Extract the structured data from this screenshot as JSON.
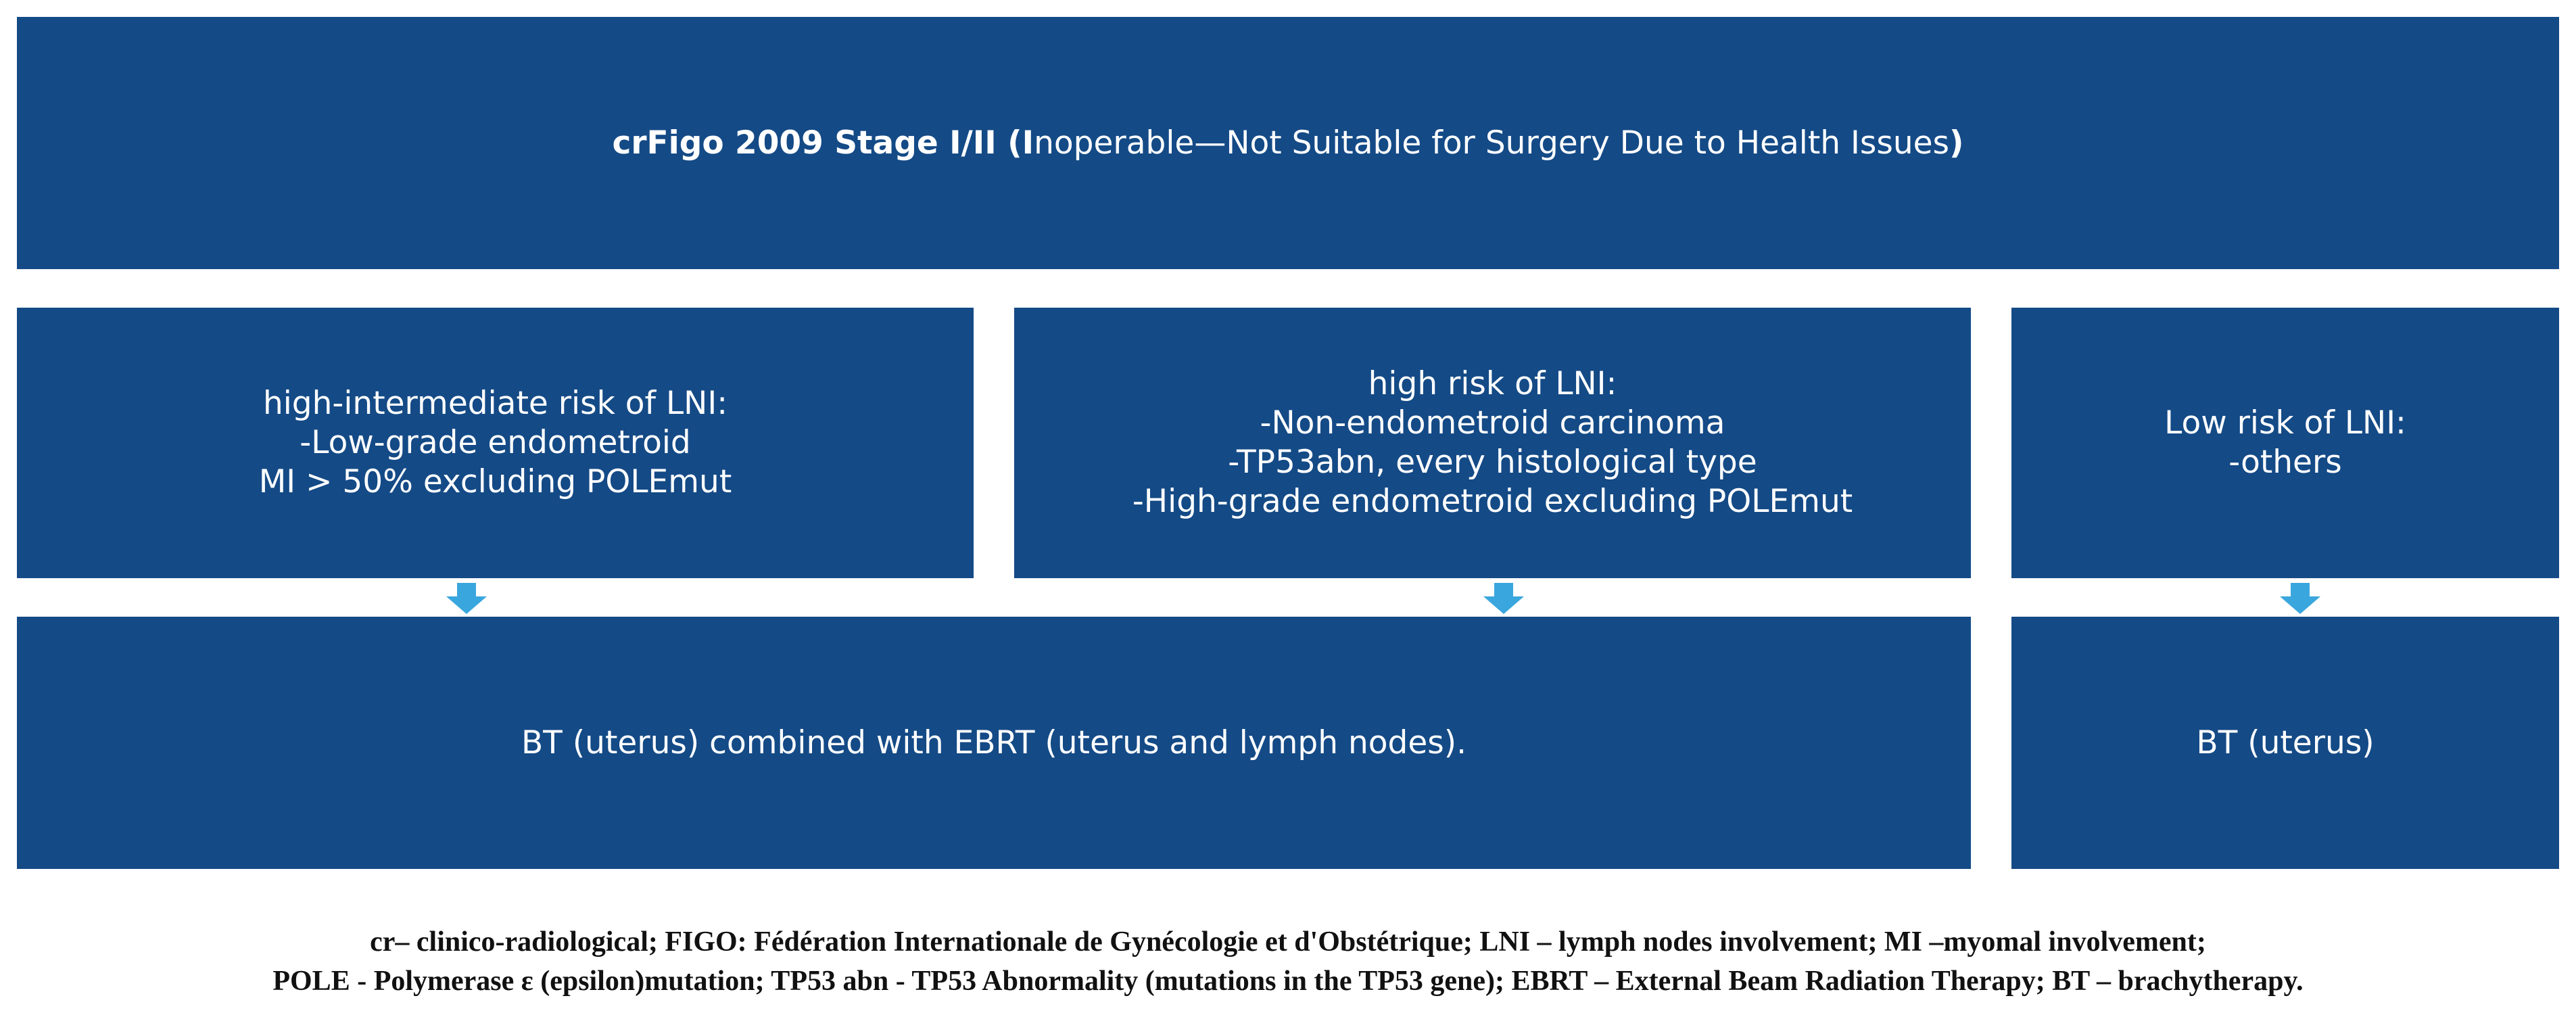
{
  "colors": {
    "box_fill": "#144a86",
    "box_text": "#ffffff",
    "arrow": "#3aa6de",
    "footnote_text": "#111111"
  },
  "header": {
    "title_bold": "crFigo 2009 Stage I/II (",
    "title_bold_initial": "I",
    "title_rest": "noperable—Not Suitable for Surgery Due to Health Issues",
    "title_close": ")"
  },
  "risk_boxes": {
    "high_intermediate": {
      "lines": [
        "high-intermediate risk of LNI:",
        "-Low-grade endometroid",
        "MI > 50% excluding POLEmut"
      ]
    },
    "high": {
      "lines": [
        "high risk of LNI:",
        "-Non-endometroid carcinoma",
        "-TP53abn, every histological type",
        "-High-grade endometroid excluding POLEmut"
      ]
    },
    "low": {
      "lines": [
        "Low risk of LNI:",
        "-others"
      ]
    }
  },
  "treatment_boxes": {
    "combined": "BT (uterus) combined with EBRT (uterus and lymph nodes).",
    "bt_only": "BT (uterus)"
  },
  "arrows": [
    "arrow-down-icon",
    "arrow-down-icon",
    "arrow-down-icon"
  ],
  "footnote": {
    "line1": "cr– clinico-radiological; FIGO: Fédération Internationale de Gynécologie et d'Obstétrique; LNI – lymph nodes involvement; MI –myomal involvement;",
    "line2": "POLE - Polymerase ε (epsilon)mutation; TP53 abn - TP53 Abnormality (mutations in the TP53 gene); EBRT – External Beam Radiation Therapy; BT – brachytherapy."
  }
}
